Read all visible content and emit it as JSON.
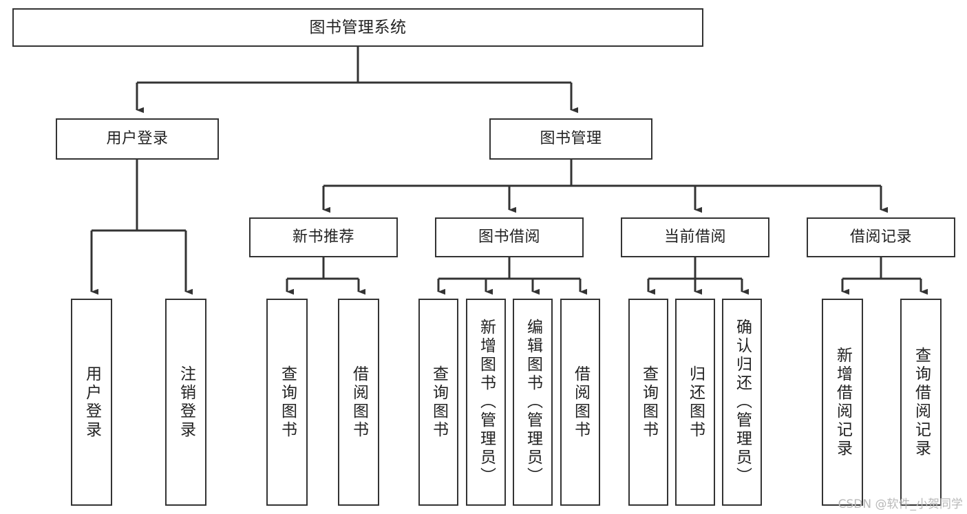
{
  "diagram": {
    "title": "图书管理系统",
    "watermark": "CSDN @软件_小贺同学",
    "stroke_color": "#333333",
    "background_color": "#ffffff",
    "text_color": "#222222",
    "root": {
      "label": "图书管理系统"
    },
    "level2": [
      {
        "label": "用户登录"
      },
      {
        "label": "图书管理"
      }
    ],
    "level3": [
      {
        "label": "新书推荐"
      },
      {
        "label": "图书借阅"
      },
      {
        "label": "当前借阅"
      },
      {
        "label": "借阅记录"
      }
    ],
    "leaves": {
      "user_login": [
        {
          "label": "用户登录"
        },
        {
          "label": "注销登录"
        }
      ],
      "new_book_recommend": [
        {
          "label": "查询图书"
        },
        {
          "label": "借阅图书"
        }
      ],
      "book_borrow": [
        {
          "label": "查询图书"
        },
        {
          "label": "新增图书（管理员）"
        },
        {
          "label": "编辑图书（管理员）"
        },
        {
          "label": "借阅图书"
        }
      ],
      "current_borrow": [
        {
          "label": "查询图书"
        },
        {
          "label": "归还图书"
        },
        {
          "label": "确认归还（管理员）"
        }
      ],
      "borrow_record": [
        {
          "label": "新增借阅记录"
        },
        {
          "label": "查询借阅记录"
        }
      ]
    }
  },
  "chart_data": {
    "type": "table",
    "title": "图书管理系统 功能结构图",
    "hierarchy": [
      {
        "level": 1,
        "label": "图书管理系统",
        "children": [
          {
            "level": 2,
            "label": "用户登录",
            "children": [
              {
                "level": 3,
                "label": "用户登录"
              },
              {
                "level": 3,
                "label": "注销登录"
              }
            ]
          },
          {
            "level": 2,
            "label": "图书管理",
            "children": [
              {
                "level": 3,
                "label": "新书推荐",
                "children": [
                  {
                    "level": 4,
                    "label": "查询图书"
                  },
                  {
                    "level": 4,
                    "label": "借阅图书"
                  }
                ]
              },
              {
                "level": 3,
                "label": "图书借阅",
                "children": [
                  {
                    "level": 4,
                    "label": "查询图书"
                  },
                  {
                    "level": 4,
                    "label": "新增图书（管理员）"
                  },
                  {
                    "level": 4,
                    "label": "编辑图书（管理员）"
                  },
                  {
                    "level": 4,
                    "label": "借阅图书"
                  }
                ]
              },
              {
                "level": 3,
                "label": "当前借阅",
                "children": [
                  {
                    "level": 4,
                    "label": "查询图书"
                  },
                  {
                    "level": 4,
                    "label": "归还图书"
                  },
                  {
                    "level": 4,
                    "label": "确认归还（管理员）"
                  }
                ]
              },
              {
                "level": 3,
                "label": "借阅记录",
                "children": [
                  {
                    "level": 4,
                    "label": "新增借阅记录"
                  },
                  {
                    "level": 4,
                    "label": "查询借阅记录"
                  }
                ]
              }
            ]
          }
        ]
      }
    ]
  }
}
